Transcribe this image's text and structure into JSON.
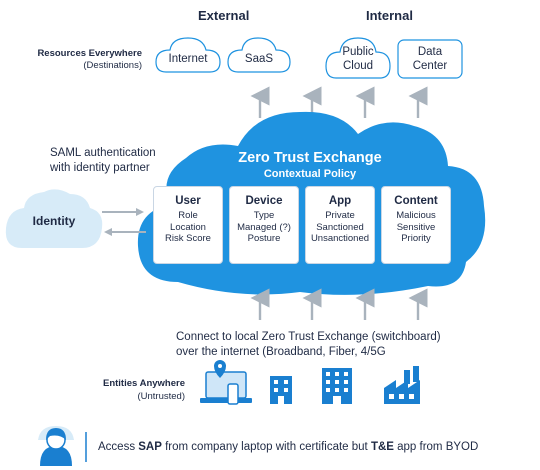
{
  "headers": {
    "external": "External",
    "internal": "Internal"
  },
  "resources": {
    "title": "Resources Everywhere",
    "subtitle": "(Destinations)"
  },
  "destinations": [
    {
      "label": "Internet"
    },
    {
      "label": "SaaS"
    },
    {
      "label": "Public\nCloud"
    },
    {
      "label": "Data\nCenter"
    }
  ],
  "saml": {
    "line1": "SAML authentication",
    "line2": "with identity partner"
  },
  "identity": {
    "label": "Identity"
  },
  "exchange": {
    "title": "Zero Trust Exchange",
    "subtitle": "Contextual Policy",
    "cards": [
      {
        "title": "User",
        "lines": [
          "Role",
          "Location",
          "Risk Score"
        ]
      },
      {
        "title": "Device",
        "lines": [
          "Type",
          "Managed (?)",
          "Posture"
        ]
      },
      {
        "title": "App",
        "lines": [
          "Private",
          "Sanctioned",
          "Unsanctioned"
        ]
      },
      {
        "title": "Content",
        "lines": [
          "Malicious",
          "Sensitive",
          "Priority"
        ]
      }
    ]
  },
  "connect": {
    "line1": "Connect to local Zero Trust Exchange (switchboard)",
    "line2": "over the internet (Broadband, Fiber, 4/5G"
  },
  "entities": {
    "title": "Entities Anywhere",
    "subtitle": "(Untrusted)"
  },
  "footer": {
    "part1": "Access ",
    "part2": "SAP",
    "part3": " from company laptop with certificate but ",
    "part4": "T&E",
    "part5": " app from BYOD"
  },
  "colors": {
    "cloud_blue": "#1f93e0",
    "light_cloud": "#d7ebf8",
    "arrow_gray": "#a9b3bd",
    "icon_blue": "#1a7fd0",
    "text_dark": "#1f2a44"
  }
}
